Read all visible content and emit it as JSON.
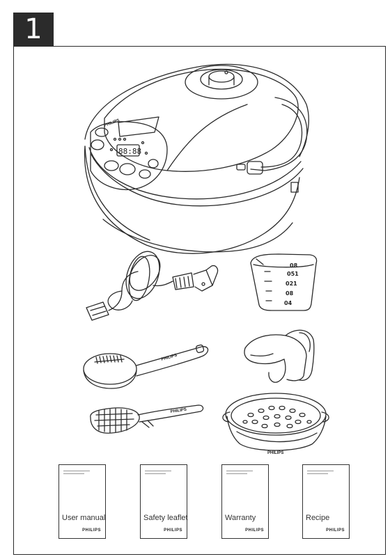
{
  "step_number": "1",
  "brand": "PHILIPS",
  "display_digits": "88:88",
  "cup_markings": [
    "08",
    "051",
    "021",
    "08",
    "04"
  ],
  "booklets": [
    {
      "label": "User manual"
    },
    {
      "label": "Safety leaflet"
    },
    {
      "label": "Warranty"
    },
    {
      "label": "Recipe"
    }
  ]
}
